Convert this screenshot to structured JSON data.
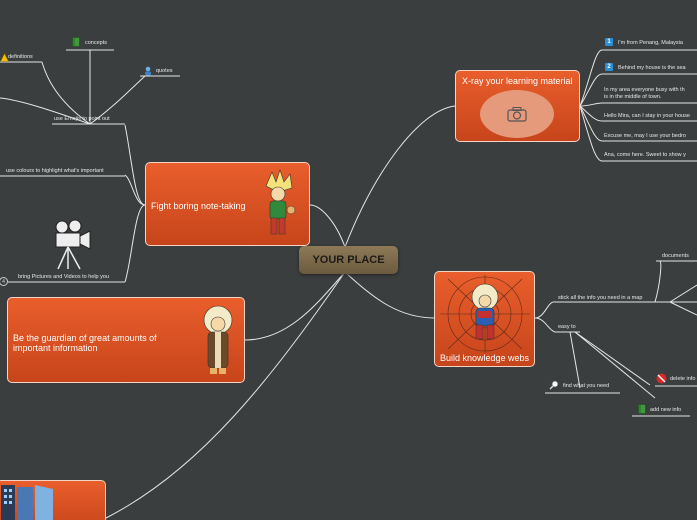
{
  "central": "YOUR PLACE",
  "xray": {
    "title": "X-ray your learning material",
    "items": [
      {
        "num": "1",
        "text": "I'm from Penang, Malaysia"
      },
      {
        "num": "2",
        "text": "Behind my house is the sea"
      },
      {
        "text": "In my area everyone busy with th"
      },
      {
        "text": "is in the middle of town."
      },
      {
        "text": "Hello Mira, can I stay in your house"
      },
      {
        "text": "Excuse me, may I use your bedro"
      },
      {
        "text": "Ana, come here. Sweet to show y"
      }
    ]
  },
  "fight": {
    "title": "Fight boring note-taking",
    "emoji_branch": "use Emojis to point out",
    "definitions": "definitions",
    "concepts": "concepts",
    "quotes": "quotes",
    "colours": "use colours to highlight what's important",
    "pictures": "bring Pictures and Videos to help you",
    "collapsed_count": "4"
  },
  "guardian": {
    "title": "Be the guardian of great amounts of important information"
  },
  "webs": {
    "title": "Build knowledge webs",
    "stick": "stick all the info you need in a map",
    "documents": "documents",
    "easy": "easy to",
    "find": "find what you need",
    "delete": "delete info",
    "add": "add new info"
  },
  "colors": {
    "background": "#3b3e3f",
    "node": "#d9521f",
    "central": "#7d6a4b",
    "line": "#e6e6e6"
  }
}
